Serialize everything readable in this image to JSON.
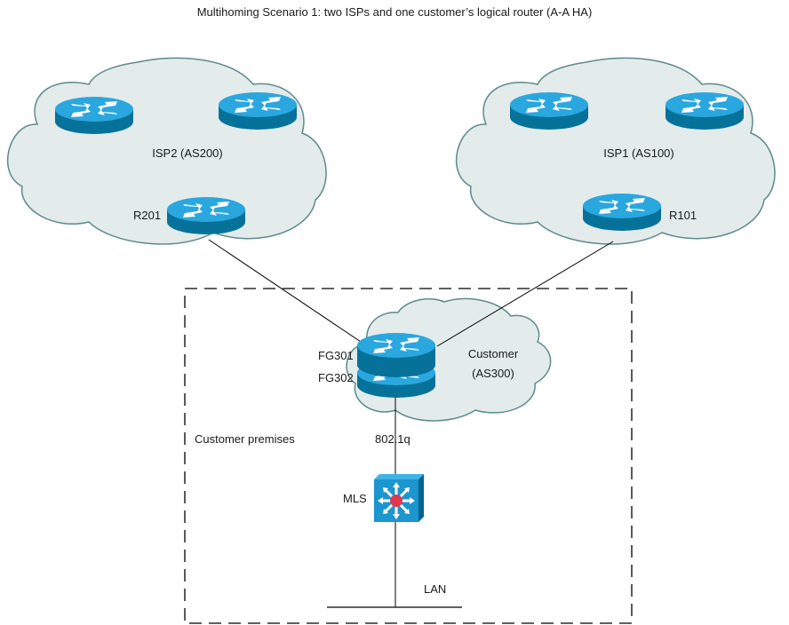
{
  "title": "Multihoming Scenario 1: two ISPs and one customer’s logical router (A-A HA)",
  "colors": {
    "cloud_fill": "#e3ebeb",
    "cloud_stroke": "#5e8a8d",
    "router_top": "#2aa7df",
    "router_side": "#06729a",
    "switch_face": "#1b96cf",
    "switch_side": "#04628a",
    "switch_center": "#e0384f",
    "link": "#000000"
  },
  "clouds": {
    "isp2": {
      "label": "ISP2 (AS200)"
    },
    "isp1": {
      "label": "ISP1 (AS100)"
    },
    "customer": {
      "label_line1": "Customer",
      "label_line2": "(AS300)"
    }
  },
  "devices": {
    "isp2_router_a": {
      "icon": "router-icon",
      "label": ""
    },
    "isp2_router_b": {
      "icon": "router-icon",
      "label": ""
    },
    "r201": {
      "icon": "router-icon",
      "label": "R201"
    },
    "isp1_router_a": {
      "icon": "router-icon",
      "label": ""
    },
    "isp1_router_b": {
      "icon": "router-icon",
      "label": ""
    },
    "r101": {
      "icon": "router-icon",
      "label": "R101"
    },
    "fg301": {
      "icon": "router-icon",
      "label": "FG301"
    },
    "fg302": {
      "icon": "router-icon",
      "label": "FG302"
    },
    "mls": {
      "icon": "multilayer-switch-icon",
      "label": "MLS"
    }
  },
  "links": {
    "trunk_label": "802.1q",
    "lan_label": "LAN"
  },
  "zones": {
    "premises_label": "Customer premises"
  }
}
